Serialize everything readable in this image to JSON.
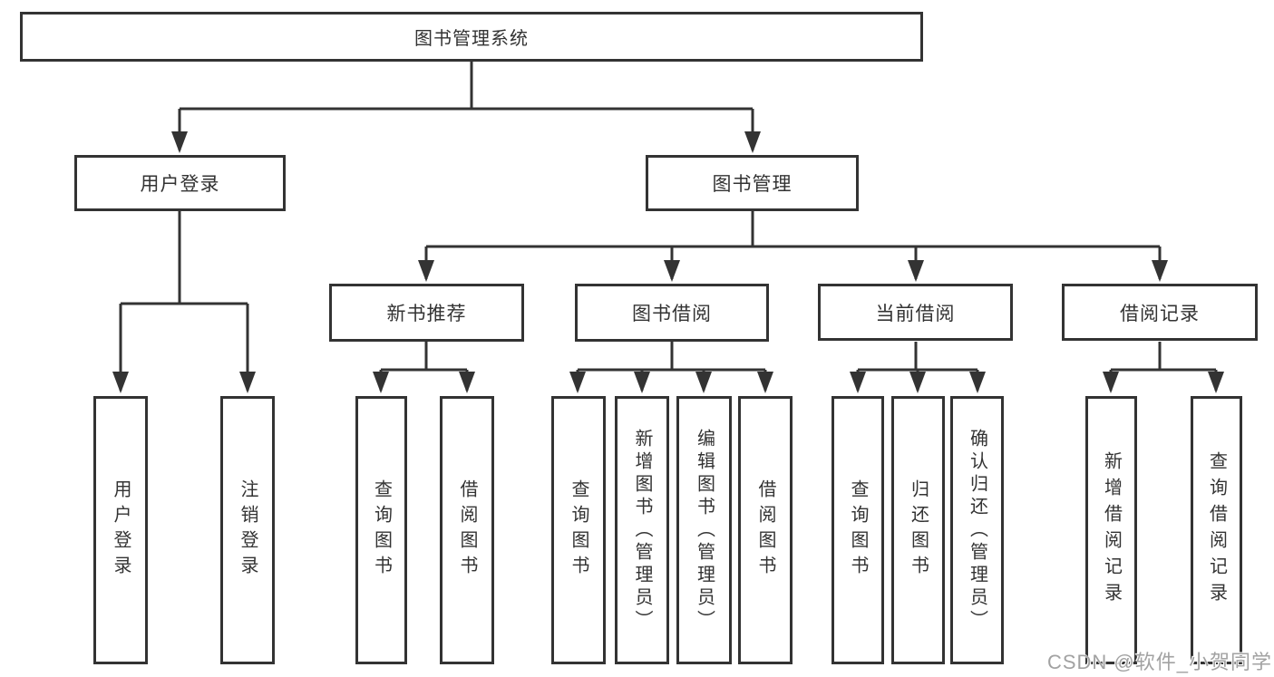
{
  "diagram": {
    "root": "图书管理系统",
    "l2": [
      "用户登录",
      "图书管理"
    ],
    "l3": [
      "新书推荐",
      "图书借阅",
      "当前借阅",
      "借阅记录"
    ],
    "leaves": [
      [
        "用户登录",
        "注销登录"
      ],
      [
        "查询图书",
        "借阅图书"
      ],
      [
        "查询图书",
        "新增图书（管理员）",
        "编辑图书（管理员）",
        "借阅图书"
      ],
      [
        "查询图书",
        "归还图书",
        "确认归还（管理员）"
      ],
      [
        "新增借阅记录",
        "查询借阅记录"
      ]
    ]
  },
  "watermark": "CSDN @软件_小贺同学",
  "colors": {
    "line": "#333333",
    "text": "#333333",
    "box_background": "#ffffff",
    "watermark": "#a2a2a2"
  }
}
